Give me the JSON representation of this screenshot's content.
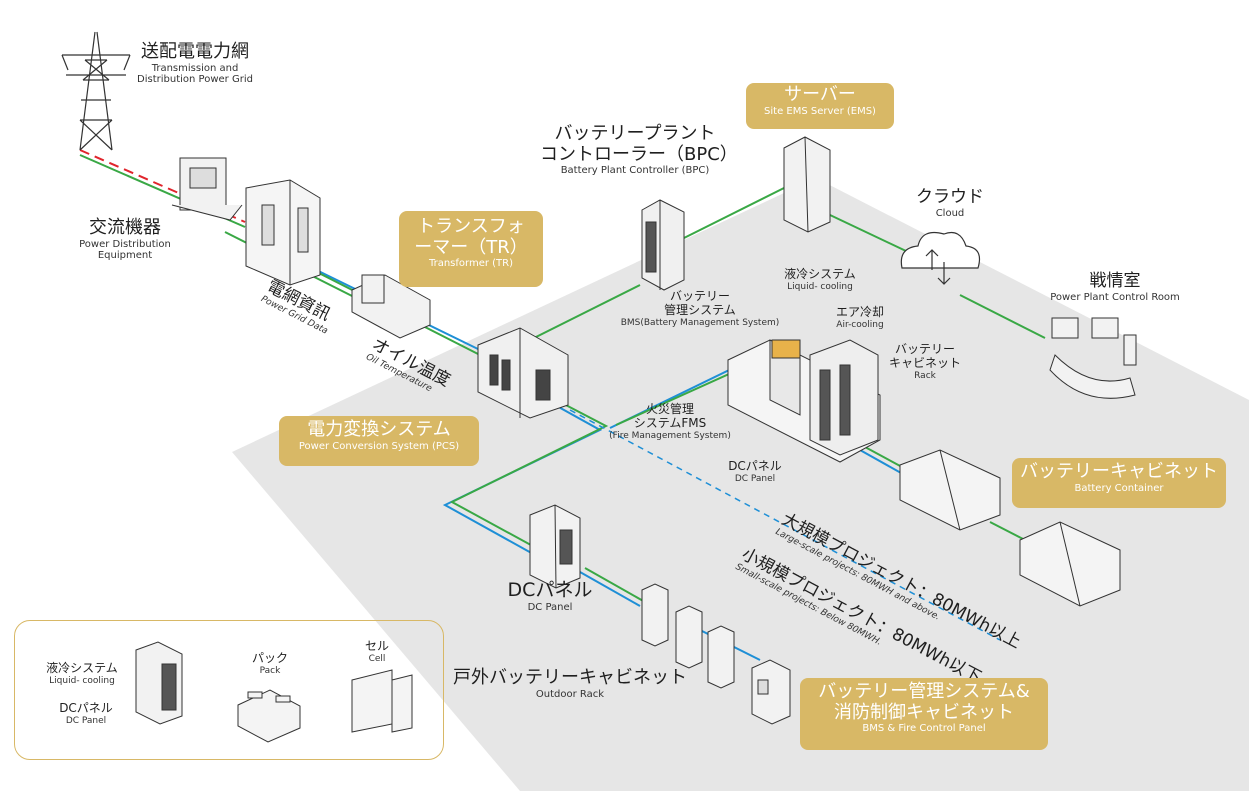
{
  "colors": {
    "accent_gold": "#d8b866",
    "floor_gray": "#e6e6e6",
    "line_green": "#39a845",
    "line_blue": "#1e8fd6",
    "line_red": "#e0252c"
  },
  "labels": {
    "grid": {
      "jp": "送配電電力網",
      "en1": "Transmission and",
      "en2": "Distribution Power Grid"
    },
    "power_dist": {
      "jp": "交流機器",
      "en1": "Power Distribution",
      "en2": "Equipment"
    },
    "grid_data": {
      "jp": "電網資訊",
      "en": "Power Grid Data"
    },
    "oil_temp": {
      "jp": "オイル温度",
      "en": "Oil Temperature"
    },
    "bpc": {
      "jp1": "バッテリープラント",
      "jp2": "コントローラー（BPC）",
      "en": "Battery Plant Controller (BPC)"
    },
    "cloud": {
      "jp": "クラウド",
      "en": "Cloud"
    },
    "control_room": {
      "jp": "戦情室",
      "en": "Power Plant Control Room"
    },
    "liquid_cooling": {
      "jp": "液冷システム",
      "en": "Liquid- cooling"
    },
    "bms": {
      "jp1": "バッテリー",
      "jp2": "管理システム",
      "en": "BMS(Battery Management System)"
    },
    "air_cooling": {
      "jp": "エア冷却",
      "en": "Air-cooling"
    },
    "rack": {
      "jp1": "バッテリー",
      "jp2": "キャビネット",
      "en": "Rack"
    },
    "fms": {
      "jp1": "火災管理",
      "jp2": "システムFMS",
      "en": "(Fire Management System)"
    },
    "dc_panel_small": {
      "jp": "DCパネル",
      "en": "DC Panel"
    },
    "dc_panel": {
      "jp": "DCパネル",
      "en": "DC Panel"
    },
    "outdoor_rack": {
      "jp": "戸外バッテリーキャビネット",
      "en": "Outdoor Rack"
    },
    "large_scale": {
      "jp": "大規模プロジェクト：80MWh以上",
      "en": "Large-scale projects: 80MWH and above."
    },
    "small_scale": {
      "jp": "小規模プロジェクト：80MWh以下",
      "en": "Small-scale projects: Below 80MWH."
    }
  },
  "gold_boxes": {
    "server": {
      "jp": "サーバー",
      "en": "Site EMS Server (EMS)"
    },
    "transformer": {
      "jp1": "トランスフォ",
      "jp2": "ーマー（TR）",
      "en": "Transformer (TR)"
    },
    "pcs": {
      "jp": "電力変換システム",
      "en": "Power Conversion System (PCS)"
    },
    "battery_container": {
      "jp": "バッテリーキャビネット",
      "en": "Battery Container"
    },
    "bms_fire": {
      "jp1": "バッテリー管理システム&",
      "jp2": "消防制御キャビネット",
      "en": "BMS & Fire Control Panel"
    }
  },
  "legend": {
    "liquid": {
      "jp": "液冷システム",
      "en": "Liquid- cooling"
    },
    "dc": {
      "jp": "DCパネル",
      "en": "DC Panel"
    },
    "pack": {
      "jp": "パック",
      "en": "Pack"
    },
    "cell": {
      "jp": "セル",
      "en": "Cell"
    }
  }
}
